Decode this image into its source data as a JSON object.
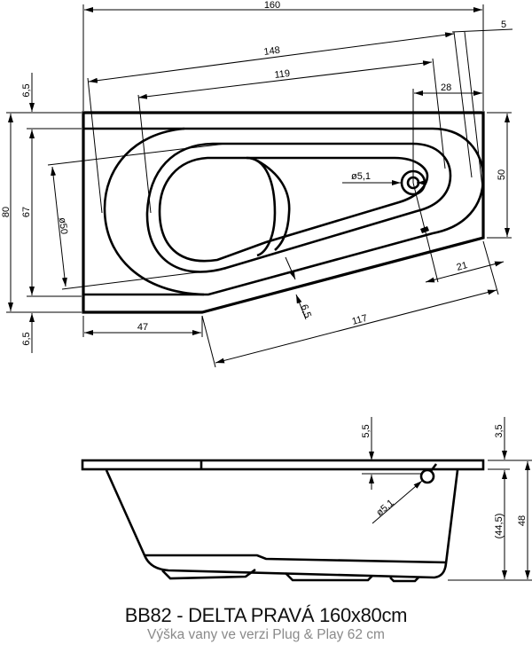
{
  "title": "BB82 - DELTA PRAVÁ 160x80cm",
  "subtitle": "Výška vany ve verzi Plug & Play 62 cm",
  "colors": {
    "line": "#000000",
    "background": "#ffffff",
    "subtitle": "#8a8a8a"
  },
  "top_view": {
    "dimensions": {
      "overall_length": "160",
      "rim_offset_right": "5",
      "inner_length_rim": "148",
      "inner_length_basin": "119",
      "drain_offset": "28",
      "right_side_height": "50",
      "overall_width": "80",
      "inner_width": "67",
      "rim_top": "6,5",
      "rim_bottom": "6,5",
      "basin_diameter": "ø50",
      "drain_diameter": "ø5,1",
      "rim_slanted": "6,5",
      "bottom_left_length": "47",
      "slanted_side_length": "117",
      "drain_to_edge": "21"
    }
  },
  "side_view": {
    "dimensions": {
      "overflow_offset": "5,5",
      "rim_thickness": "3,5",
      "inner_depth": "(44,5)",
      "total_height": "48",
      "overflow_diameter": "ø5,1"
    }
  }
}
